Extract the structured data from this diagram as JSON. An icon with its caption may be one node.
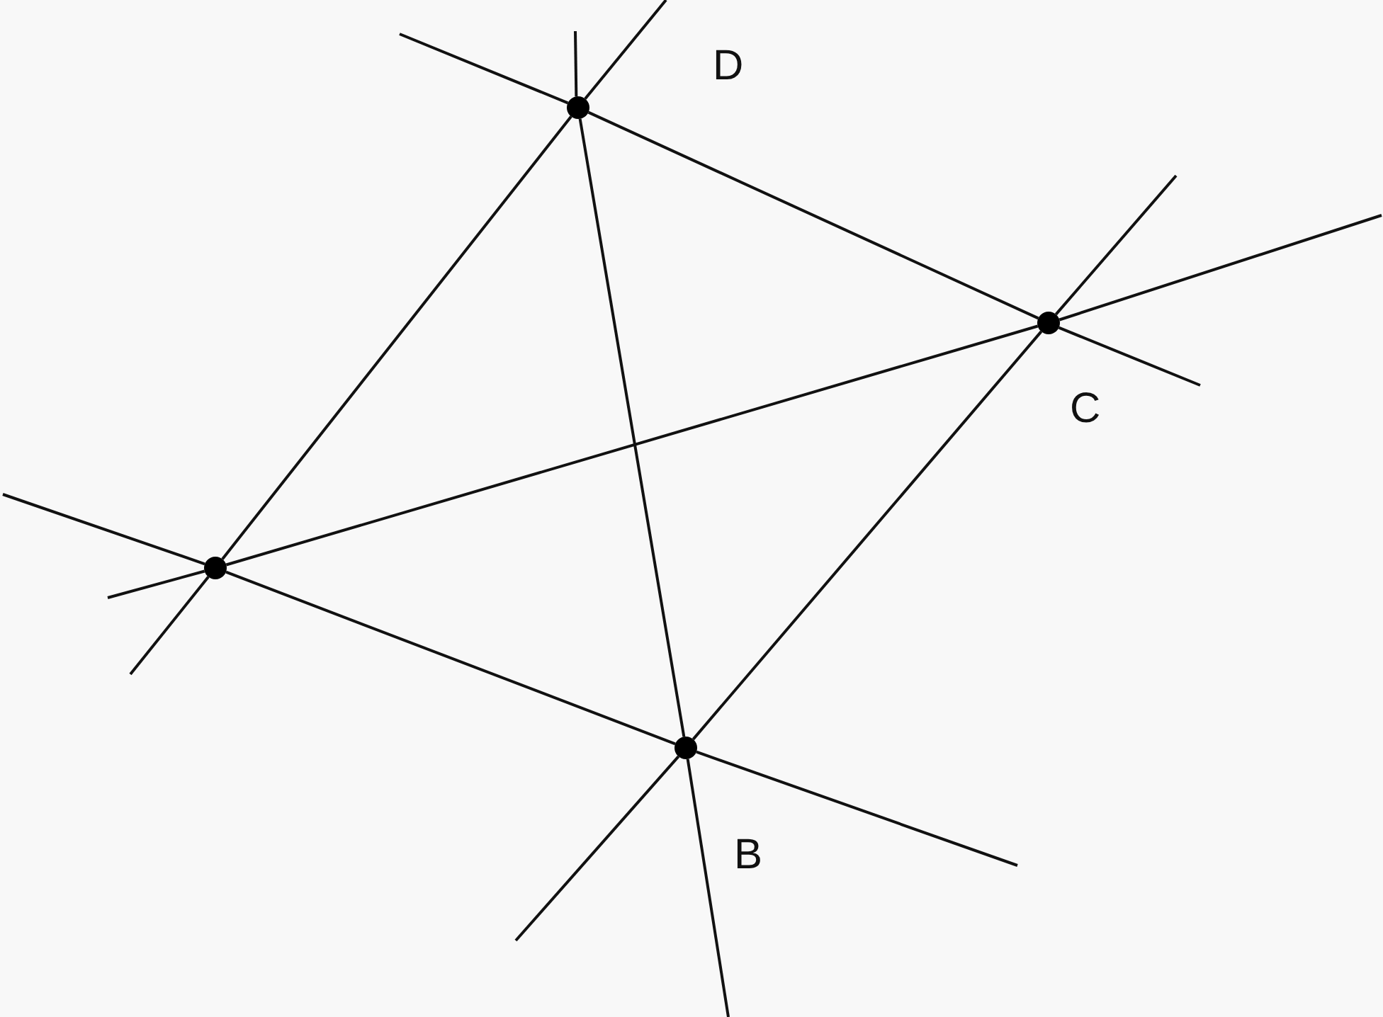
{
  "diagram": {
    "nodes": [
      {
        "text": [],
        "shape": "circle",
        "beside": [
          "D"
        ]
      },
      {
        "text": [],
        "shape": "circle",
        "beside": [
          "C"
        ]
      },
      {
        "text": [],
        "shape": "circle"
      },
      {
        "text": [],
        "shape": "circle",
        "beside": [
          "B"
        ]
      }
    ],
    "edges": [
      {
        "from": 2,
        "to": 0,
        "arrow": "none"
      },
      {
        "from": 0,
        "to": 1,
        "arrow": "none"
      },
      {
        "from": 0,
        "to": 3,
        "arrow": "none"
      },
      {
        "from": 2,
        "to": 1,
        "arrow": "none"
      },
      {
        "from": 2,
        "to": 3,
        "arrow": "none"
      },
      {
        "from": 3,
        "to": 1,
        "arrow": "none"
      }
    ]
  }
}
